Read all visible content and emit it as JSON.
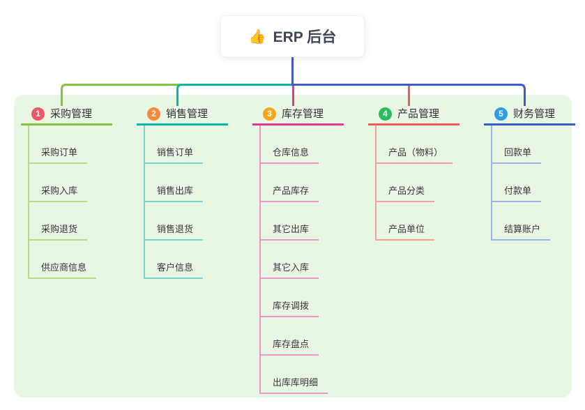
{
  "root": {
    "icon": "👍",
    "label": "ERP 后台"
  },
  "colors": {
    "panel": "#e8f6e4",
    "root_line": "#4356c6",
    "text_dark": "#303336"
  },
  "branches": [
    {
      "num": "1",
      "label": "采购管理",
      "badge_color": "#f0566a",
      "line_color": "#85c23d",
      "light_color": "#b7db8c",
      "children": [
        "采购订单",
        "采购入库",
        "采购退货",
        "供应商信息"
      ]
    },
    {
      "num": "2",
      "label": "销售管理",
      "badge_color": "#f8883b",
      "line_color": "#06b5a7",
      "light_color": "#7ed5cc",
      "children": [
        "销售订单",
        "销售出库",
        "销售退货",
        "客户信息"
      ]
    },
    {
      "num": "3",
      "label": "库存管理",
      "badge_color": "#f6a51f",
      "line_color": "#e03a90",
      "light_color": "#ee97c5",
      "children": [
        "仓库信息",
        "产品库存",
        "其它出库",
        "其它入库",
        "库存调拨",
        "库存盘点",
        "出库库明细"
      ]
    },
    {
      "num": "4",
      "label": "产品管理",
      "badge_color": "#2cbd60",
      "line_color": "#f15a5a",
      "light_color": "#f6a2a2",
      "children": [
        "产品（物料）",
        "产品分类",
        "产品单位"
      ]
    },
    {
      "num": "5",
      "label": "财务管理",
      "badge_color": "#2c9de8",
      "line_color": "#3d5bc9",
      "light_color": "#9db3e6",
      "children": [
        "回款单",
        "付款单",
        "结算账户"
      ]
    }
  ]
}
